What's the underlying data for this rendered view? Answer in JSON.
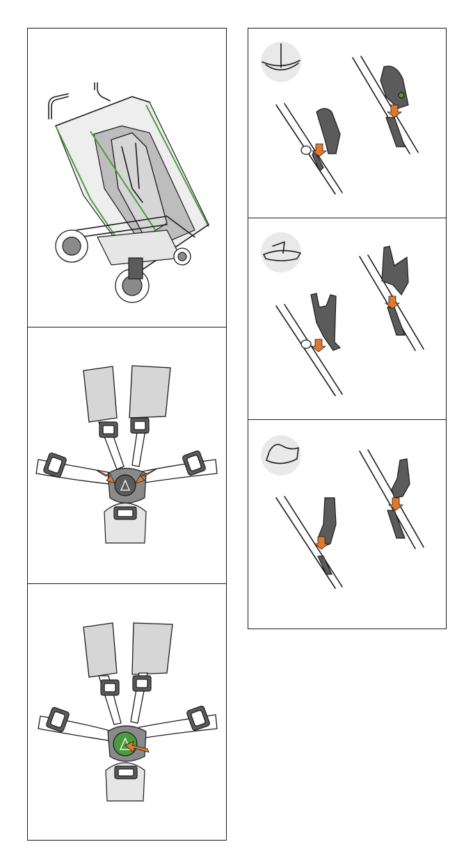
{
  "document": {
    "description_colors": {
      "accent_arrow": "#e0782f",
      "accent_green": "#4c9a3f",
      "frame": "#1a1a1a",
      "fill_dark": "#5b5b5b",
      "fill_light": "#e6e6e6"
    },
    "left_column": {
      "panels": [
        {
          "id": "stroller-rain-cover",
          "icon": "stroller-with-rain-cover-icon"
        },
        {
          "id": "harness-buckle-insert",
          "icon": "harness-buckle-insert-icon"
        },
        {
          "id": "harness-buckle-release",
          "icon": "harness-buckle-release-icon"
        }
      ]
    },
    "right_column": {
      "panels": [
        {
          "id": "adapter-type-1",
          "badge_icon": "car-seat-adapter-type-1-icon"
        },
        {
          "id": "adapter-type-2",
          "badge_icon": "car-seat-adapter-type-2-icon"
        },
        {
          "id": "adapter-type-3",
          "badge_icon": "car-seat-adapter-type-3-icon"
        }
      ]
    }
  }
}
